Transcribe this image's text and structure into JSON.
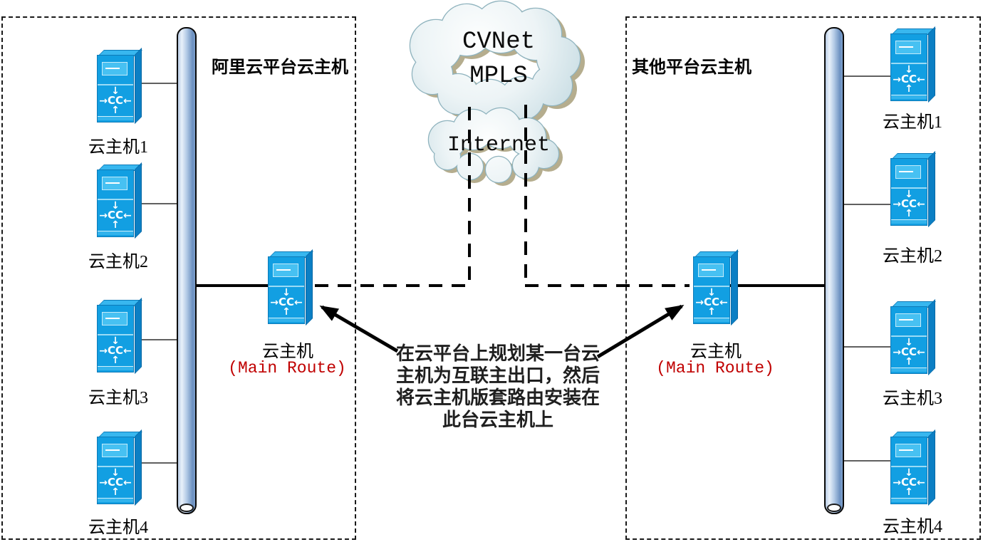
{
  "cloud": {
    "wan_line1": "CVNet",
    "wan_line2": "MPLS",
    "internet": "Internet"
  },
  "left_zone": {
    "title": "阿里云平台云主机",
    "hosts": [
      "云主机1",
      "云主机2",
      "云主机3",
      "云主机4"
    ],
    "router_label": "云主机",
    "router_sublabel": "(Main Route)"
  },
  "right_zone": {
    "title": "其他平台云主机",
    "hosts": [
      "云主机1",
      "云主机2",
      "云主机3",
      "云主机4"
    ],
    "router_label": "云主机",
    "router_sublabel": "(Main Route)"
  },
  "annotation": {
    "line1": "在云平台上规划某一台云",
    "line2": "主机为互联主出口，然后",
    "line3": "将云主机版套路由安装在",
    "line4": "此台云主机上"
  },
  "icon": {
    "down": "↓",
    "left": "→",
    "cc": "CC",
    "right": "←",
    "up": "↑"
  },
  "colors": {
    "host_front_blue": "#129FE2",
    "host_side_blue": "#0B7FC4",
    "host_top_blue": "#38B7EF",
    "bus_blue": "#6B90C0",
    "cloud_fill": "#F1F7F9",
    "cloud_outline": "#8FB3BE",
    "cloud_shadow": "#B5AD8E",
    "red_label": "#C00000",
    "line_black": "#000000",
    "conn_gray": "#606060"
  }
}
